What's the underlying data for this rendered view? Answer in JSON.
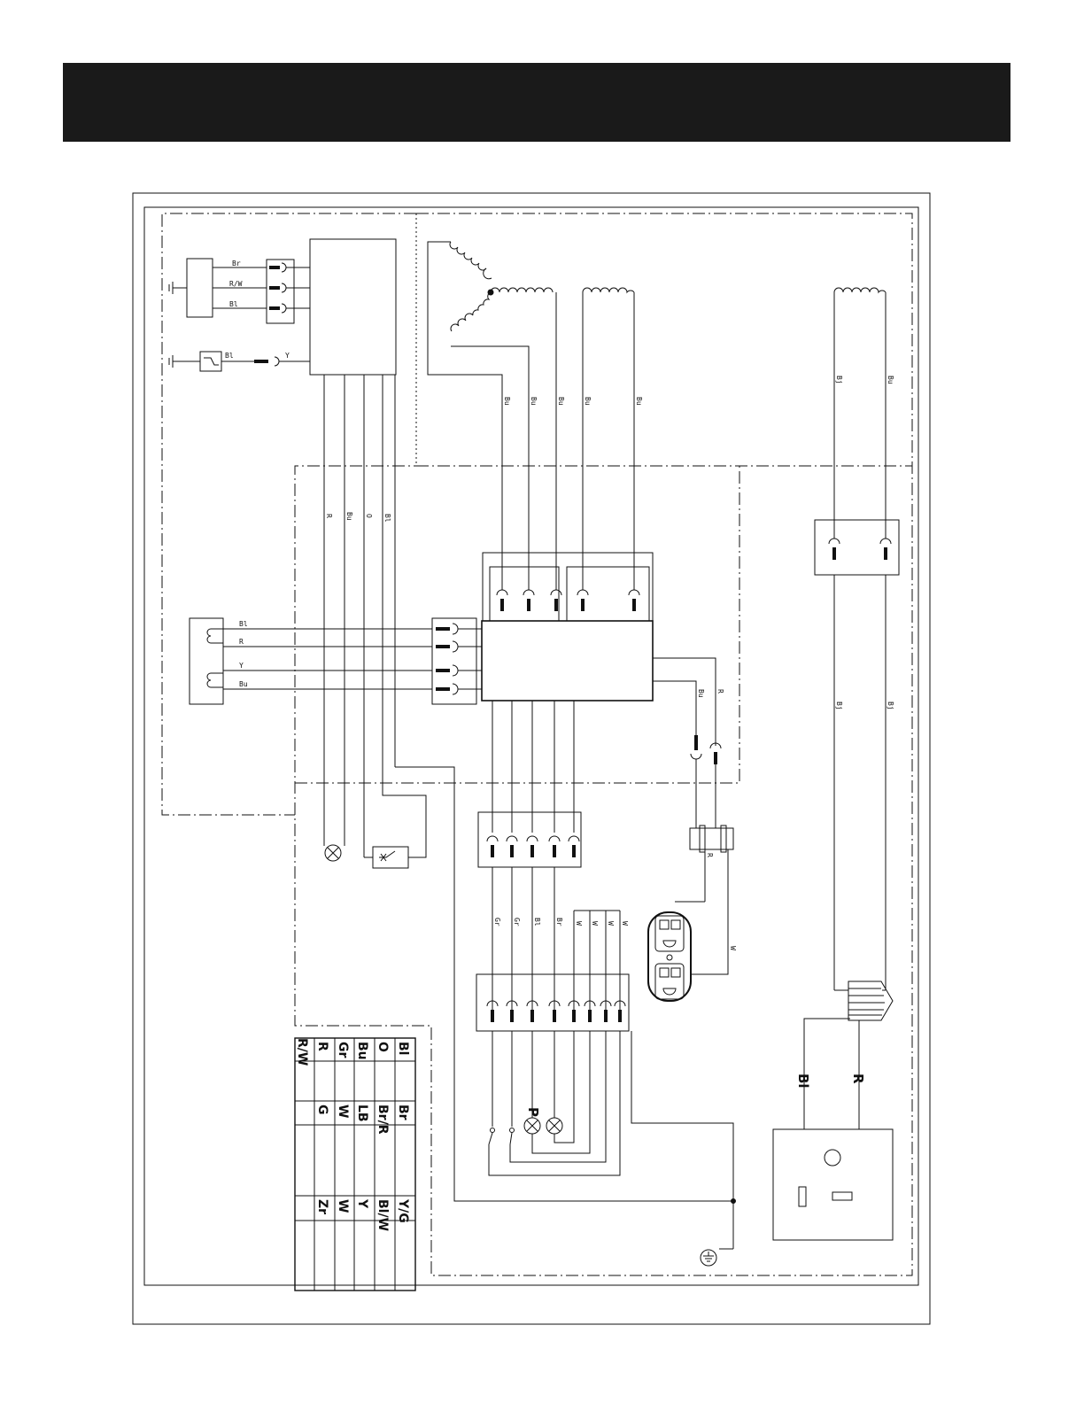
{
  "wires": {
    "sensor_br": "Br",
    "sensor_rw": "R/W",
    "sensor_bl": "Bl",
    "oil_bl": "Bl",
    "oil_y": "Y",
    "main_r": "R",
    "main_bu": "Bu",
    "main_o": "O",
    "main_bl": "Bl",
    "coil_bl": "Bl",
    "coil_r": "R",
    "coil_y": "Y",
    "coil_bu": "Bu",
    "ac1": "Bu",
    "ac2": "Bu",
    "ac3": "Bu",
    "ac4": "Bu",
    "ac5": "Bu",
    "right_top_bj": "Bj",
    "right_top_bu": "Bu",
    "right_mid_bj1": "Bj",
    "right_mid_bj2": "Bj",
    "out_bu": "Bu",
    "out_r": "R",
    "rect_r": "R",
    "duplex_w": "W",
    "panel1": "Gr",
    "panel2": "Gr",
    "panel3": "Bl",
    "panel4": "Br",
    "panel5": "W",
    "panel6": "W",
    "panel7": "W",
    "panel8": "W",
    "bot_bl": "Bl",
    "bot_r": "R"
  },
  "legend": {
    "row1": [
      "Bl",
      "Br",
      "Y/G"
    ],
    "row2": [
      "O",
      "Br/R",
      "Bl/W"
    ],
    "row3": [
      "Bu",
      "LB",
      "Y"
    ],
    "row4": [
      "Gr",
      "W",
      "W"
    ],
    "row5": [
      "R",
      "G",
      "Zr"
    ],
    "row6": [
      "R/W",
      "",
      ""
    ]
  },
  "symbols": {
    "lamp_p": "P"
  }
}
